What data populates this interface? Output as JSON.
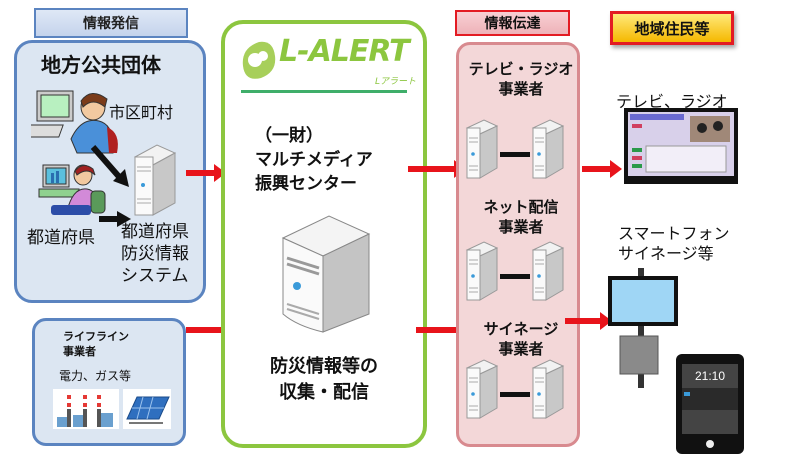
{
  "source_section": {
    "header_label": "情報発信",
    "local_gov_title": "地方公共団体",
    "municipality_label": "市区町村",
    "prefecture_label": "都道府県",
    "system_label_lines": [
      "都道府県",
      "防災情報",
      "システム"
    ],
    "lifeline": {
      "title_lines": [
        "ライフライン",
        "事業者"
      ],
      "examples": "電力、ガス等"
    }
  },
  "center_section": {
    "logo_text": "L-ALERT",
    "logo_subtext": "Lアラート",
    "org_lines": [
      "（一財）",
      "マルチメディア",
      "振興センター"
    ],
    "function_lines": [
      "防災情報等の",
      "収集・配信"
    ]
  },
  "transmission_section": {
    "header_label": "情報伝達",
    "operators": [
      {
        "lines": [
          "テレビ・ラジオ",
          "事業者"
        ]
      },
      {
        "lines": [
          "ネット配信",
          "事業者"
        ]
      },
      {
        "lines": [
          "サイネージ",
          "事業者"
        ]
      }
    ]
  },
  "recipients_section": {
    "header_label": "地域住民等",
    "tv_label": "テレビ、ラジオ",
    "smartphone_label_lines": [
      "スマートフォン",
      "サイネージ等"
    ],
    "phone_clock": "21:10"
  },
  "colors": {
    "arrow": "#e8141b",
    "source_border": "#5b84c0",
    "center_border": "#8cc63f",
    "transmission_border": "#d88a8f",
    "recipients_tab": "#f5b800"
  }
}
